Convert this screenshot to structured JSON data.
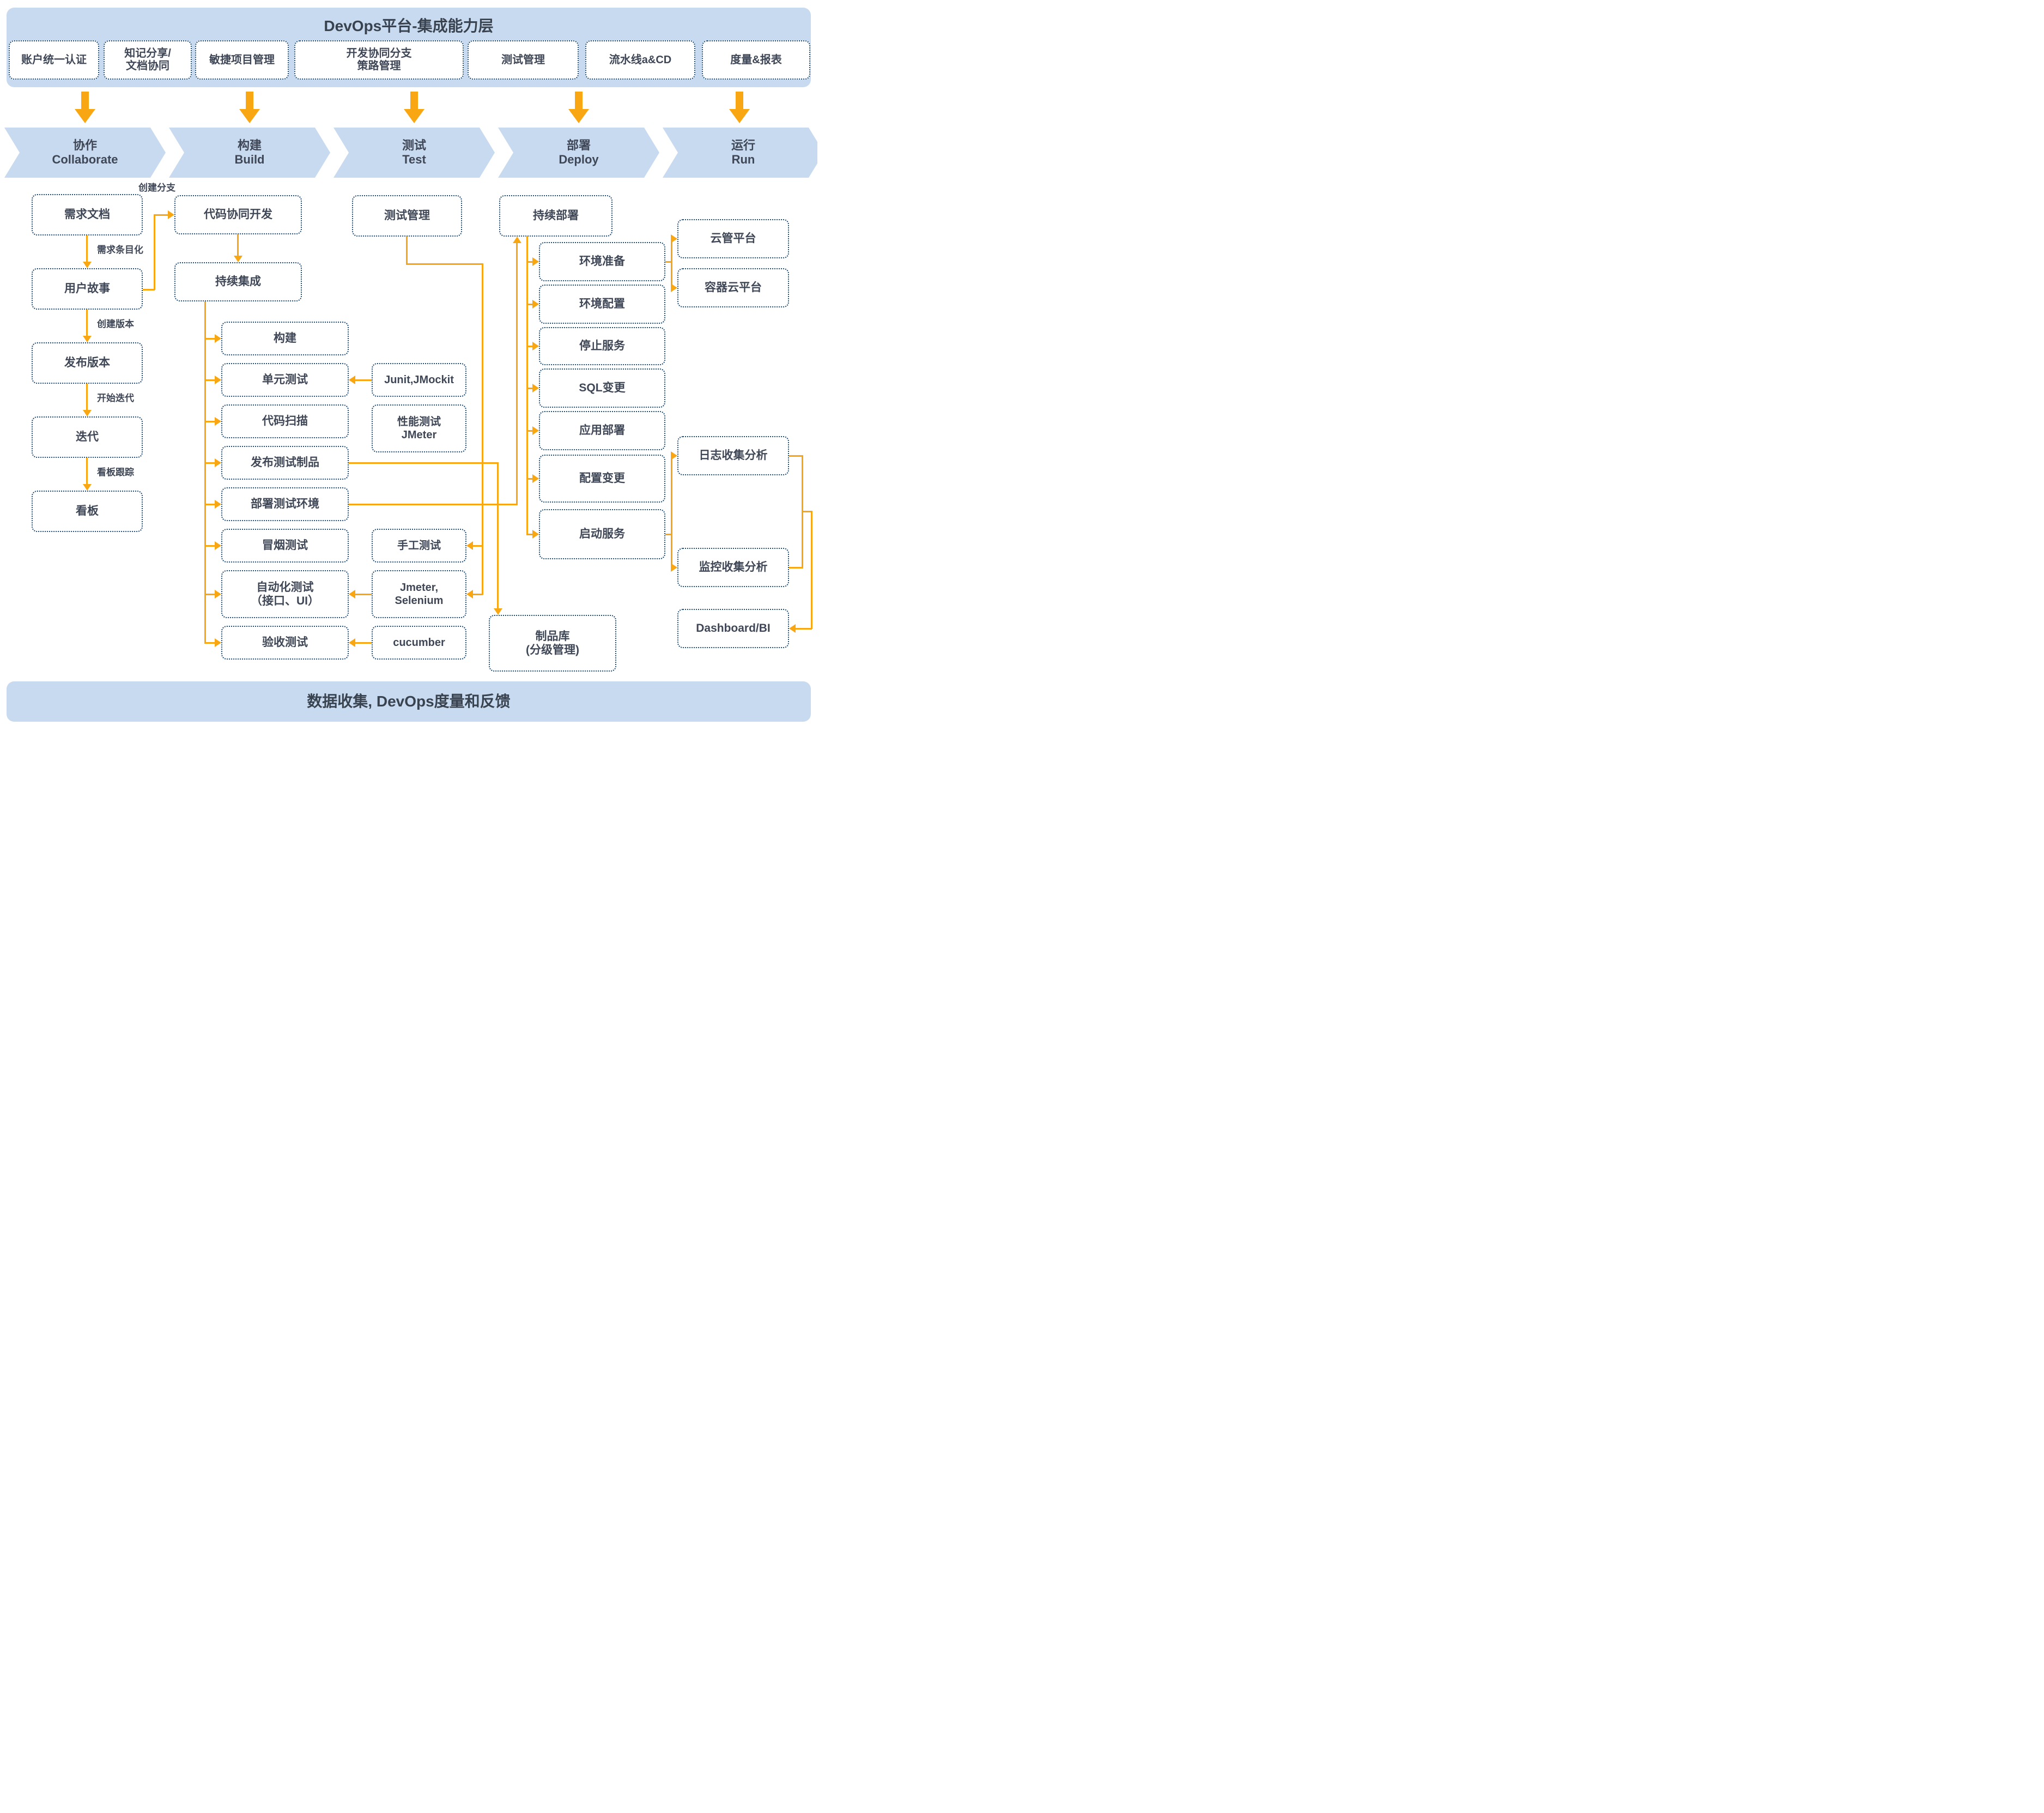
{
  "header": {
    "title": "DevOps平台-集成能力层",
    "boxes": [
      "账户统一认证",
      "知记分享/\n文档协同",
      "敏捷项目管理",
      "开发协同分支\n策路管理",
      "测试管理",
      "流水线a&CD",
      "度量&报表"
    ]
  },
  "stages": [
    {
      "zh": "协作",
      "en": "Collaborate"
    },
    {
      "zh": "构建",
      "en": "Build"
    },
    {
      "zh": "测试",
      "en": "Test"
    },
    {
      "zh": "部署",
      "en": "Deploy"
    },
    {
      "zh": "运行",
      "en": "Run"
    }
  ],
  "flow": {
    "collab": {
      "nodes": [
        "需求文档",
        "用户故事",
        "发布版本",
        "迭代",
        "看板"
      ],
      "edge_labels": [
        "需求条目化",
        "创建版本",
        "开始迭代",
        "看板跟踪"
      ],
      "branch_label": "创建分支"
    },
    "build": {
      "dev": "代码协同开发",
      "ci": "持续集成",
      "steps": [
        "构建",
        "单元测试",
        "代码扫描",
        "发布测试制品",
        "部署测试环境",
        "冒烟测试",
        "自动化测试\n（接口、UI）",
        "验收测试"
      ]
    },
    "test": {
      "management": "测试管理",
      "tools": [
        "Junit,JMockit",
        "性能测试\nJMeter",
        "手工测试",
        "Jmeter,\nSelenium",
        "cucumber"
      ]
    },
    "deploy": {
      "cd": "持续部署",
      "steps": [
        "环境准备",
        "环境配置",
        "停止服务",
        "SQL变更",
        "应用部署",
        "配置变更",
        "启动服务"
      ],
      "artifact": "制品库\n(分级管理)"
    },
    "run": {
      "nodes": [
        "云管平台",
        "容器云平台",
        "日志收集分析",
        "监控收集分析",
        "Dashboard/BI"
      ]
    }
  },
  "footer": {
    "title": "数据收集, DevOps度量和反馈"
  },
  "colors": {
    "accent_orange": "#F9A613",
    "panel_blue": "#c8daf0",
    "border_navy": "#1f4e79",
    "text": "#3f4757"
  }
}
